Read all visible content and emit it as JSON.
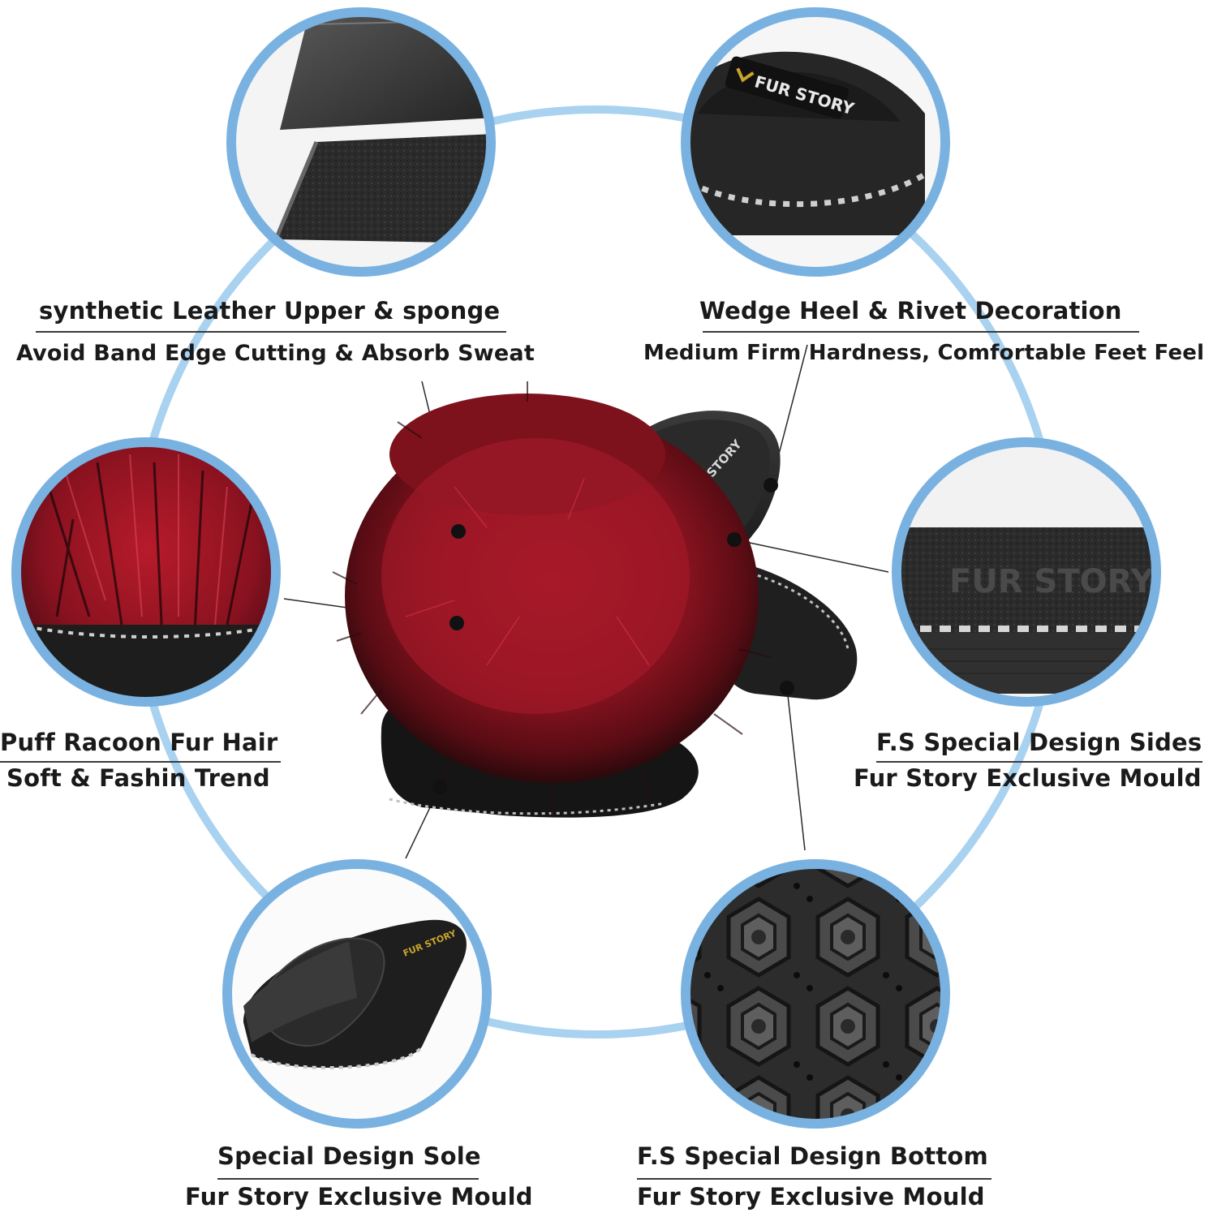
{
  "brand": {
    "logo_text": "FUR STORY",
    "gold_color": "#c9a52b"
  },
  "colors": {
    "ring_blue": "#8ec3ea",
    "ring_border": "#6fa8d8",
    "fur_red": "#9b1622",
    "sole_black": "#1c1c1c"
  },
  "features": [
    {
      "title": "synthetic Leather Upper & sponge",
      "subtitle": "Avoid Band Edge Cutting & Absorb Sweat",
      "icon": "leather-strap-closeup"
    },
    {
      "title": "Wedge Heel & Rivet Decoration",
      "subtitle": "Medium Firm Hardness, Comfortable Feet Feel",
      "icon": "heel-rivet-closeup"
    },
    {
      "title": "Puff Racoon Fur Hair",
      "subtitle": "Soft & Fashin Trend",
      "icon": "fur-closeup"
    },
    {
      "title": "F.S Special Design Sides",
      "subtitle": "Fur Story Exclusive Mould",
      "icon": "side-mould-closeup"
    },
    {
      "title": "Special Design Sole",
      "subtitle": "Fur Story Exclusive Mould",
      "icon": "slide-sandal"
    },
    {
      "title": "F.S Special Design Bottom",
      "subtitle": "Fur Story Exclusive Mould",
      "icon": "tread-pattern-closeup"
    }
  ]
}
